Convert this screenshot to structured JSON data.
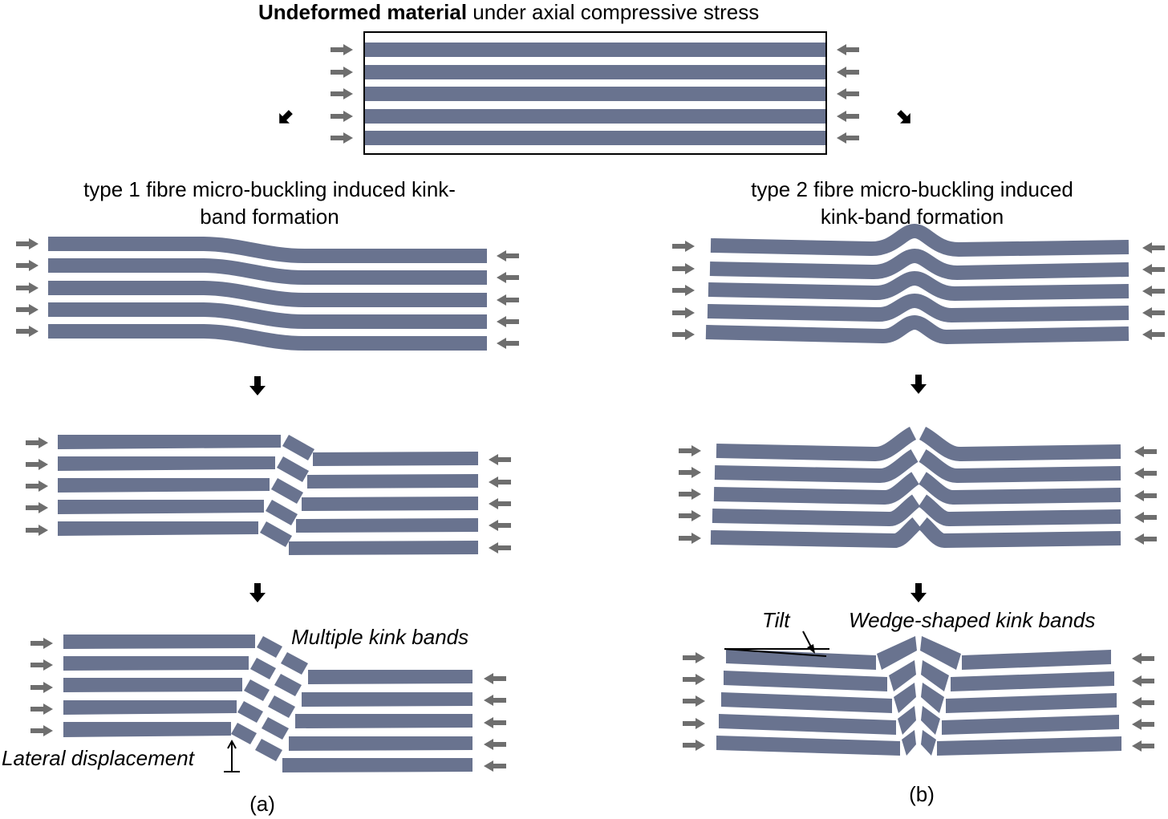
{
  "title": {
    "bold": "Undeformed material",
    "rest": " under axial compressive stress"
  },
  "panel_a": {
    "heading_line1": "type 1 fibre micro-buckling induced kink-",
    "heading_line2": "band formation",
    "annotation_kinks": "Multiple kink bands",
    "annotation_lateral": "Lateral displacement",
    "caption": "(a)"
  },
  "panel_b": {
    "heading_line1": "type 2 fibre micro-buckling induced",
    "heading_line2": "kink-band formation",
    "annotation_tilt": "Tilt",
    "annotation_wedge": "Wedge-shaped kink bands",
    "caption": "(b)"
  },
  "colors": {
    "fibre": "#69738f",
    "load_arrow": "#6e6e6e",
    "flow_arrow": "#000000"
  }
}
